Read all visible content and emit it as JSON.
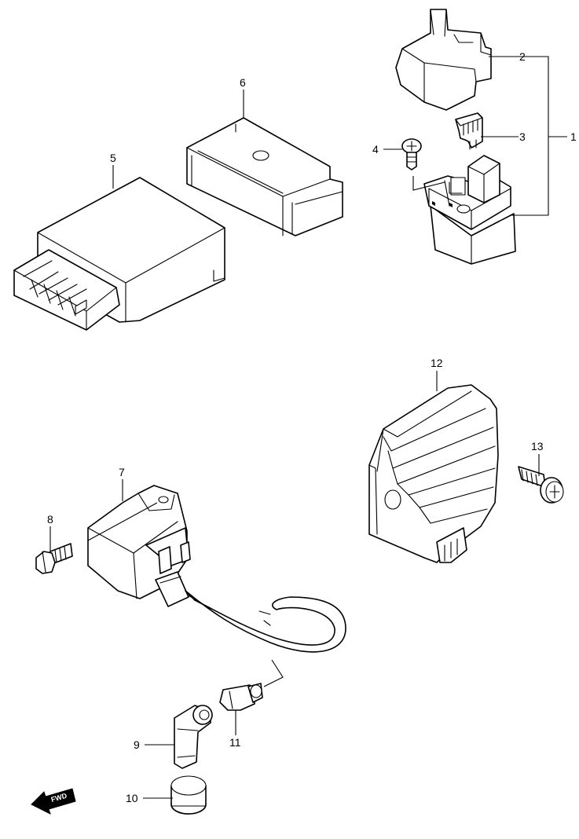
{
  "callouts": [
    {
      "id": "p1",
      "label": "1"
    },
    {
      "id": "p2",
      "label": "2"
    },
    {
      "id": "p3",
      "label": "3"
    },
    {
      "id": "p4",
      "label": "4"
    },
    {
      "id": "p5",
      "label": "5"
    },
    {
      "id": "p6",
      "label": "6"
    },
    {
      "id": "p7",
      "label": "7"
    },
    {
      "id": "p8",
      "label": "8"
    },
    {
      "id": "p9",
      "label": "9"
    },
    {
      "id": "p10",
      "label": "10"
    },
    {
      "id": "p11",
      "label": "11"
    },
    {
      "id": "p12",
      "label": "12"
    },
    {
      "id": "p13",
      "label": "13"
    }
  ],
  "direction_badge": {
    "label": "FWD",
    "icon": "forward-arrow-icon"
  }
}
